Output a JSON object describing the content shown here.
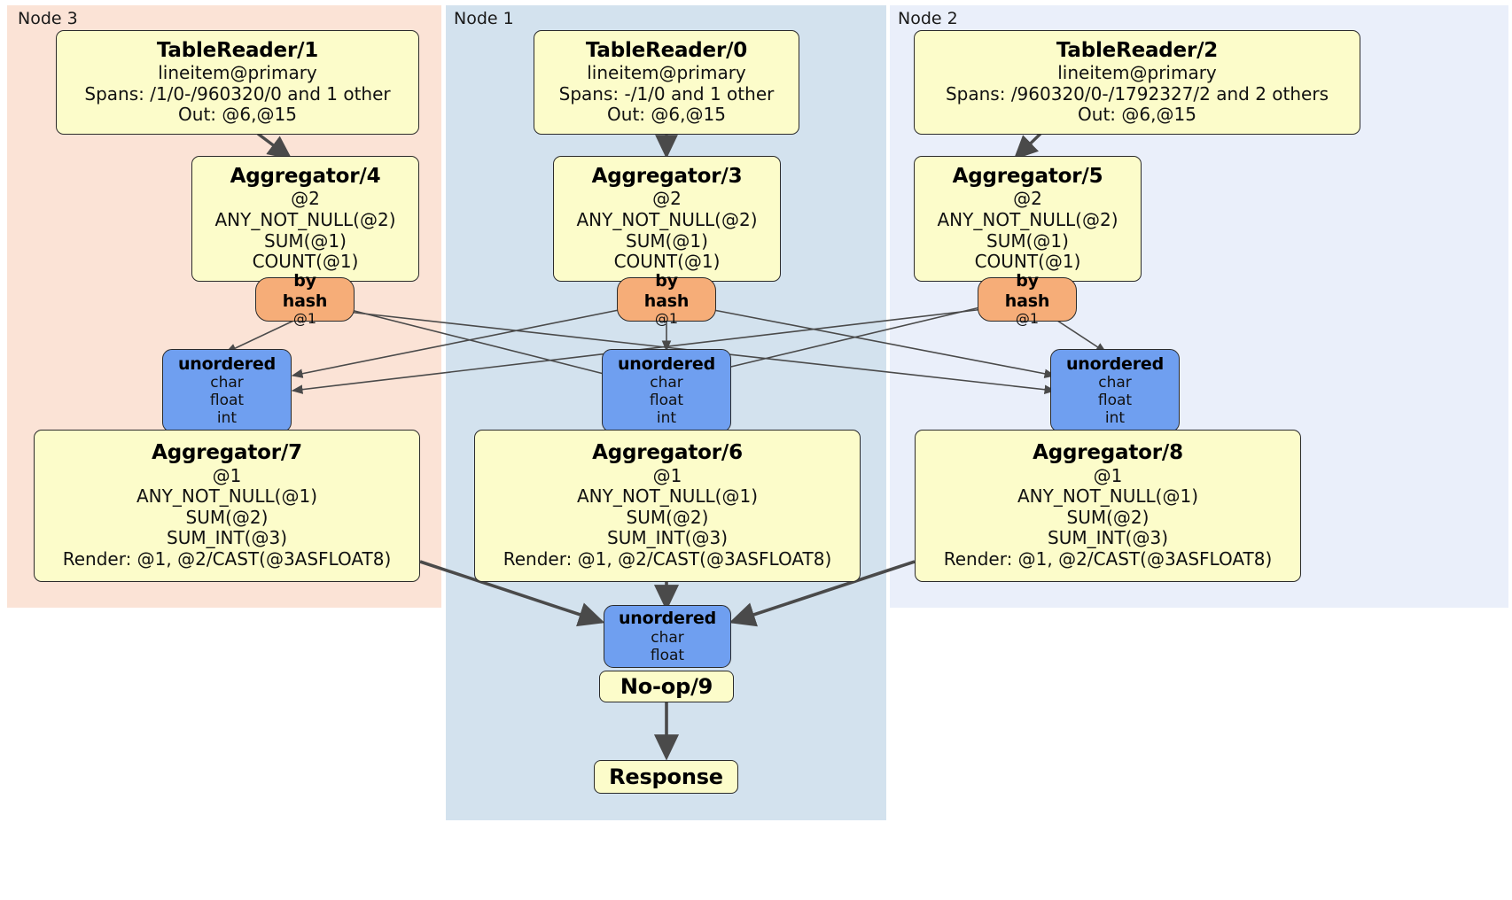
{
  "diagram": {
    "type": "distributed-query-execution-plan",
    "colors": {
      "node3_region": "#fbe3d6",
      "node1_region": "#d3e2ee",
      "node2_region": "#eaeffa",
      "processor_box": "#fcfcca",
      "router_box": "#f6ad78",
      "synchronizer_box": "#6f9ff0",
      "edge": "#4a4a4a",
      "border": "#2b2b2b"
    },
    "regions": [
      {
        "id": "node3",
        "label": "Node 3"
      },
      {
        "id": "node1",
        "label": "Node 1"
      },
      {
        "id": "node2",
        "label": "Node 2"
      }
    ],
    "nodes": {
      "tablereader_1": {
        "title": "TableReader/1",
        "lines": [
          "lineitem@primary",
          "Spans: /1/0-/960320/0 and 1 other",
          "Out: @6,@15"
        ]
      },
      "tablereader_0": {
        "title": "TableReader/0",
        "lines": [
          "lineitem@primary",
          "Spans: -/1/0 and 1 other",
          "Out: @6,@15"
        ]
      },
      "tablereader_2": {
        "title": "TableReader/2",
        "lines": [
          "lineitem@primary",
          "Spans: /960320/0-/1792327/2 and 2 others",
          "Out: @6,@15"
        ]
      },
      "aggregator_4": {
        "title": "Aggregator/4",
        "lines": [
          "@2",
          "ANY_NOT_NULL(@2)",
          "SUM(@1)",
          "COUNT(@1)"
        ]
      },
      "aggregator_3": {
        "title": "Aggregator/3",
        "lines": [
          "@2",
          "ANY_NOT_NULL(@2)",
          "SUM(@1)",
          "COUNT(@1)"
        ]
      },
      "aggregator_5": {
        "title": "Aggregator/5",
        "lines": [
          "@2",
          "ANY_NOT_NULL(@2)",
          "SUM(@1)",
          "COUNT(@1)"
        ]
      },
      "byhash_left": {
        "title": "by hash",
        "lines": [
          "@1"
        ]
      },
      "byhash_center": {
        "title": "by hash",
        "lines": [
          "@1"
        ]
      },
      "byhash_right": {
        "title": "by hash",
        "lines": [
          "@1"
        ]
      },
      "unordered_left": {
        "title": "unordered",
        "lines": [
          "char",
          "float",
          "int"
        ]
      },
      "unordered_center": {
        "title": "unordered",
        "lines": [
          "char",
          "float",
          "int"
        ]
      },
      "unordered_right": {
        "title": "unordered",
        "lines": [
          "char",
          "float",
          "int"
        ]
      },
      "aggregator_7": {
        "title": "Aggregator/7",
        "lines": [
          "@1",
          "ANY_NOT_NULL(@1)",
          "SUM(@2)",
          "SUM_INT(@3)",
          "Render: @1, @2/CAST(@3ASFLOAT8)"
        ]
      },
      "aggregator_6": {
        "title": "Aggregator/6",
        "lines": [
          "@1",
          "ANY_NOT_NULL(@1)",
          "SUM(@2)",
          "SUM_INT(@3)",
          "Render: @1, @2/CAST(@3ASFLOAT8)"
        ]
      },
      "aggregator_8": {
        "title": "Aggregator/8",
        "lines": [
          "@1",
          "ANY_NOT_NULL(@1)",
          "SUM(@2)",
          "SUM_INT(@3)",
          "Render: @1, @2/CAST(@3ASFLOAT8)"
        ]
      },
      "unordered_final": {
        "title": "unordered",
        "lines": [
          "char",
          "float"
        ]
      },
      "noop_9": {
        "title": "No-op/9"
      },
      "response": {
        "title": "Response"
      }
    }
  }
}
